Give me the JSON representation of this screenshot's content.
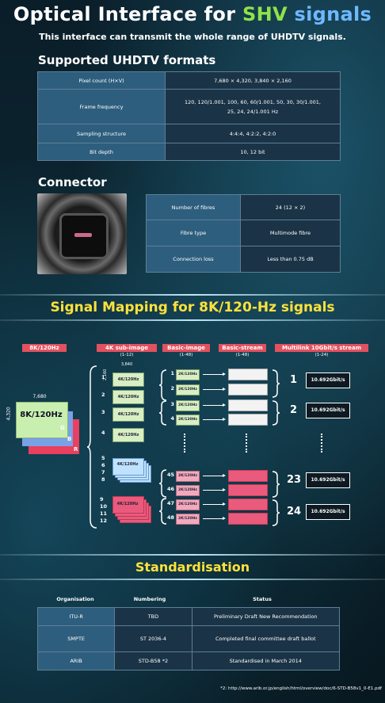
{
  "header": {
    "title_part1": "Optical Interface for ",
    "title_part2": "SHV",
    "title_part3": " signals",
    "subtitle": "This interface can transmit the whole range of UHDTV signals."
  },
  "formats": {
    "heading": "Supported UHDTV formats",
    "rows": [
      {
        "key": "Pixel count (H×V)",
        "value": "7,680 × 4,320, 3,840 × 2,160"
      },
      {
        "key": "Frame frequency",
        "value": "120, 120/1.001, 100, 60, 60/1.001, 50, 30, 30/1.001, 25, 24, 24/1.001 Hz"
      },
      {
        "key": "Sampling structure",
        "value": "4:4:4, 4:2:2, 4:2:0"
      },
      {
        "key": "Bit depth",
        "value": "10, 12 bit"
      }
    ]
  },
  "connector": {
    "heading": "Connector",
    "rows": [
      {
        "key": "Number of fibres",
        "value": "24 (12 × 2)"
      },
      {
        "key": "Fibre type",
        "value": "Multimode fibre"
      },
      {
        "key": "Connection loss",
        "value": "Less than 0.75 dB"
      }
    ]
  },
  "mapping": {
    "heading": "Signal Mapping for 8K/120-Hz signals",
    "col1": "8K/120Hz",
    "col2": "4K sub-image",
    "col2_sub": "(1-12)",
    "col3": "Basic-image",
    "col3_sub": "(1-48)",
    "col4": "Basic-stream",
    "col4_sub": "(1-48)",
    "col5": "Multilink 10Gbit/s stream",
    "col5_sub": "(1-24)",
    "src_width": "7,680",
    "src_height": "4,320",
    "src_label": "8K/120Hz",
    "plane_g": "G",
    "plane_b": "B",
    "plane_r": "R",
    "sub_width": "3,840",
    "sub_height": "2,160",
    "sub_label": "4K/120Hz",
    "basic_label": "2K/120Hz",
    "sub_nums": [
      "1",
      "2",
      "3",
      "4",
      "5",
      "6",
      "7",
      "8",
      "9",
      "10",
      "11",
      "12"
    ],
    "basic_nums_top": [
      "1",
      "2",
      "3",
      "4"
    ],
    "basic_nums_bottom": [
      "45",
      "46",
      "47",
      "48"
    ],
    "link_nums": [
      "1",
      "2",
      "23",
      "24"
    ],
    "link_rate": "10.692Gbit/s"
  },
  "standard": {
    "heading": "Standardisation",
    "headers": [
      "Organisation",
      "Numbering",
      "Status"
    ],
    "rows": [
      {
        "org": "ITU-R",
        "num": "TBD",
        "status": "Preliminary Draft New Recommendation"
      },
      {
        "org": "SMPTE",
        "num": "ST 2036-4",
        "status": "Completed final committee draft ballot"
      },
      {
        "org": "ARIB",
        "num": "STD-B58 *2",
        "status": "Standardised in March 2014"
      }
    ],
    "footnote": "*2: http://www.arib.or.jp/english/html/overview/doc/6-STD-B58v1_0-E1.pdf"
  },
  "colors": {
    "accent_green": "#8fe24a",
    "accent_blue": "#6fb8ff",
    "accent_red": "#e3515f",
    "table_key": "#2e5e7e"
  }
}
